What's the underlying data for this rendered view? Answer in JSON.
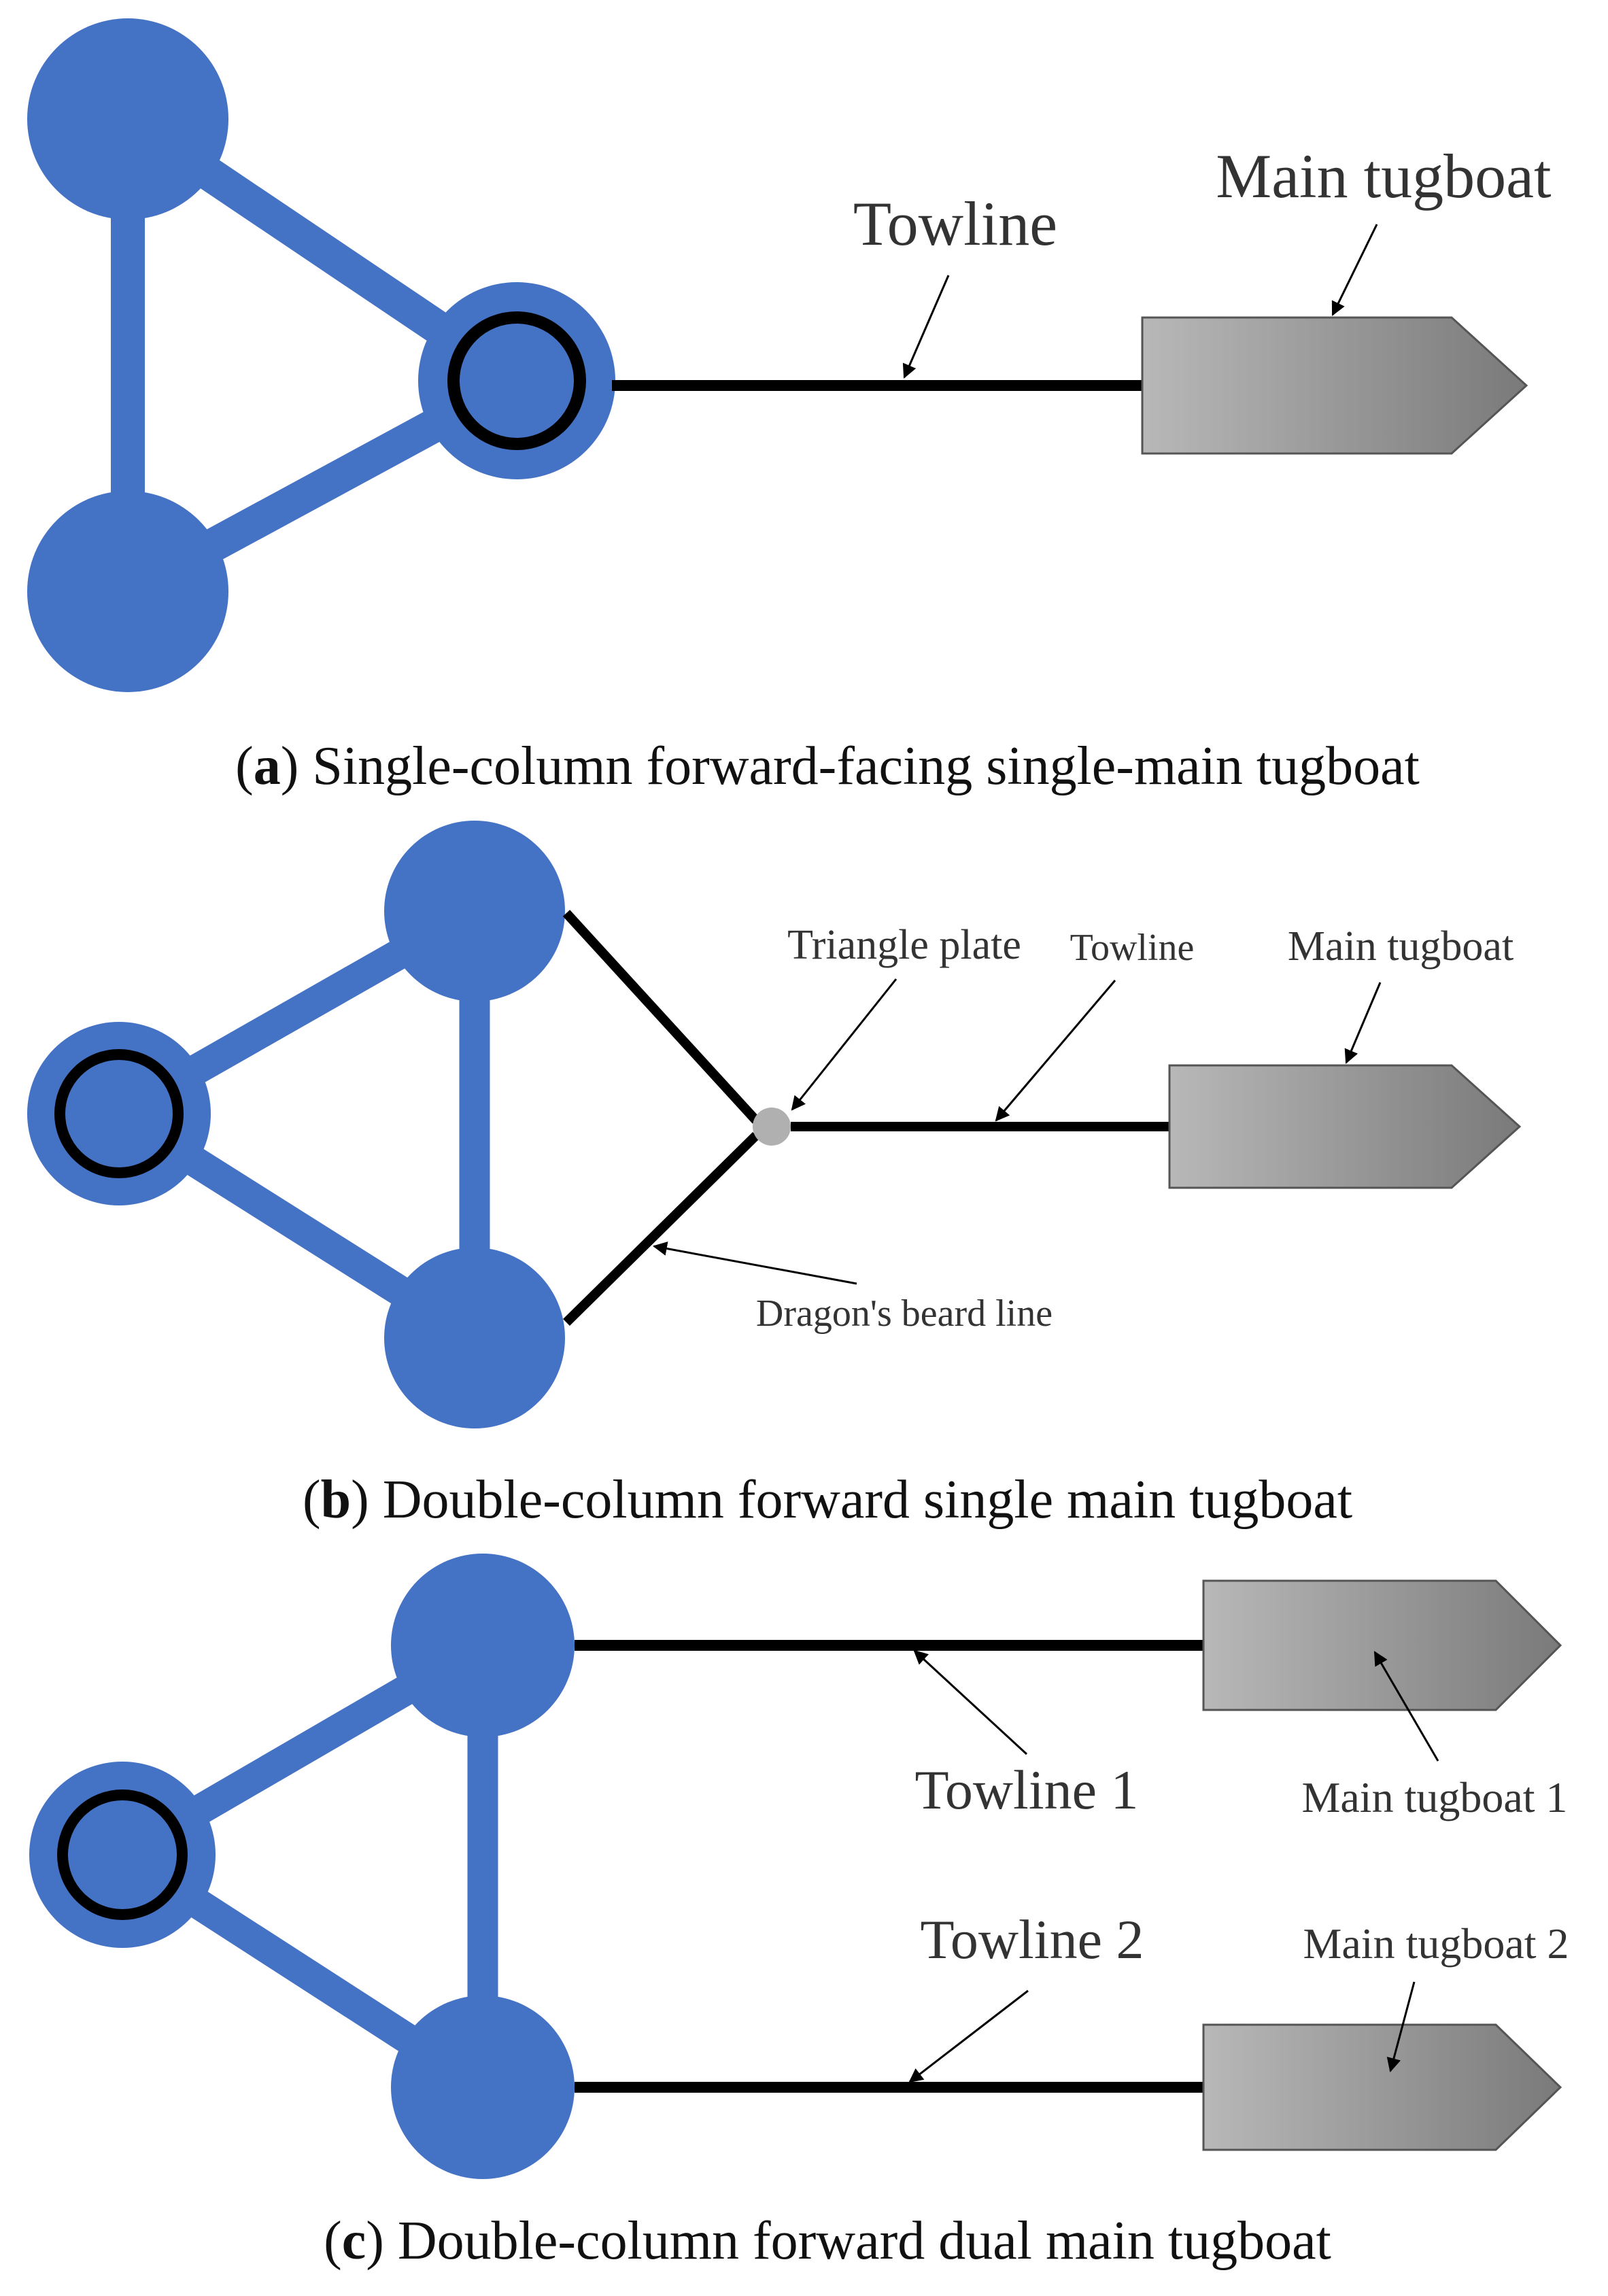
{
  "panel_a": {
    "label_towline": "Towline",
    "label_main_tugboat": "Main tugboat",
    "caption_letter": "a",
    "caption_text": " Single-column forward-facing single-main tugboat"
  },
  "panel_b": {
    "label_triangle_plate": "Triangle plate",
    "label_towline": "Towline",
    "label_main_tugboat": "Main tugboat",
    "label_dragons_beard": "Dragon's beard line",
    "caption_letter": "b",
    "caption_text": " Double-column forward single main tugboat"
  },
  "panel_c": {
    "label_towline_1": "Towline 1",
    "label_main_tugboat_1": "Main tugboat 1",
    "label_towline_2": "Towline 2",
    "label_main_tugboat_2": "Main tugboat 2",
    "caption_letter": "c",
    "caption_text": " Double-column forward dual main tugboat"
  },
  "colors": {
    "platform_blue": "#4472c4",
    "line_black": "#000000",
    "tug_gray_light": "#b8b8b8",
    "tug_gray_dark": "#7a7a7a",
    "plate_gray": "#b0b0b0"
  }
}
